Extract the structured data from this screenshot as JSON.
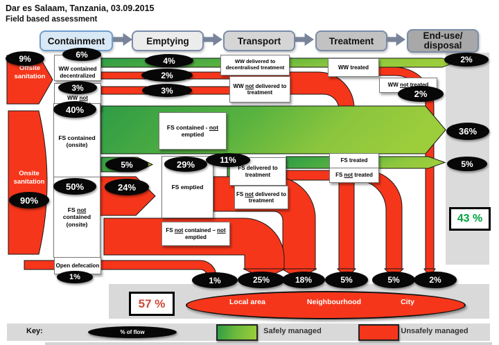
{
  "title": "Dar es Salaam, Tanzania, 03.09.2015",
  "subtitle": "Field based assessment",
  "stages": {
    "containment": "Containment",
    "emptying": "Emptying",
    "transport": "Transport",
    "treatment": "Treatment",
    "enduse1": "End-use/",
    "enduse2": "disposal"
  },
  "sources": {
    "offsite": "Offsite sanitation",
    "onsite": "Onsite sanitation"
  },
  "pct": {
    "offsite": "9%",
    "onsite": "90%",
    "ww_dec": "6%",
    "ww_not_contained": "3%",
    "fs_contained": "40%",
    "fs_not_contained": "50%",
    "open_def": "1%",
    "ww_delivered": "4%",
    "ww_nd_a": "2%",
    "ww_nd_b": "3%",
    "fs_cne_end": "36%",
    "fs_emptied_safe": "5%",
    "fs_emptied_unsafe": "24%",
    "fs_emptied": "29%",
    "fs_delivered": "11%",
    "ww_treated_end": "2%",
    "ww_not_treated": "2%",
    "fs_treated_end": "5%",
    "bottom_open_def": "1%",
    "bottom_fs_ncne": "25%",
    "bottom_fs_nd": "18%",
    "bottom_ww_nd": "5%",
    "bottom_fs_nt": "5%",
    "bottom_ww_nt": "2%",
    "safe_total": "43 %",
    "unsafe_total": "57 %"
  },
  "labels": {
    "ww_dec": "WW contained decentralized",
    "ww_nc": {
      "p1": "WW ",
      "u1": "not",
      "p2": " contained"
    },
    "fs_c": "FS contained (onsite)",
    "fs_nc": {
      "p1": "FS ",
      "u1": "not",
      "p2": " contained (onsite)"
    },
    "open_def": "Open defecation",
    "ww_del": "WW delivered to decentralised treatment",
    "ww_ndel": {
      "p1": "WW ",
      "u1": "not",
      "p2": " delivered to treatment"
    },
    "fs_cne": {
      "p1": "FS contained - ",
      "u1": "not",
      "p2": " emptied"
    },
    "fs_emptied": "FS emptied",
    "fs_del": "FS delivered to treatment",
    "fs_ndel": {
      "p1": "FS ",
      "u1": "not",
      "p2": " delivered to treatment"
    },
    "fs_ncne": {
      "p1": "FS ",
      "u1": "not",
      "p2": " contained – ",
      "u2": "not",
      "p3": " emptied"
    },
    "ww_treated": "WW treated",
    "ww_nt": {
      "p1": "WW ",
      "u1": "not",
      "p2": " treated"
    },
    "fs_treated": "FS treated",
    "fs_nt": {
      "p1": "FS ",
      "u1": "not",
      "p2": " treated"
    }
  },
  "zones": {
    "local": "Local area",
    "neighbourhood": "Neighbourhood",
    "city": "City"
  },
  "key": {
    "title": "Key:",
    "flow": "% of flow",
    "safe": "Safely managed",
    "unsafe": "Unsafely managed"
  },
  "colors": {
    "unsafe_red": "#f6361b",
    "safe_green_dark": "#2f9c46",
    "safe_green_light": "#9ccd3b",
    "safe_total_text": "#00a33e",
    "unsafe_total_text": "#cf4a38"
  }
}
